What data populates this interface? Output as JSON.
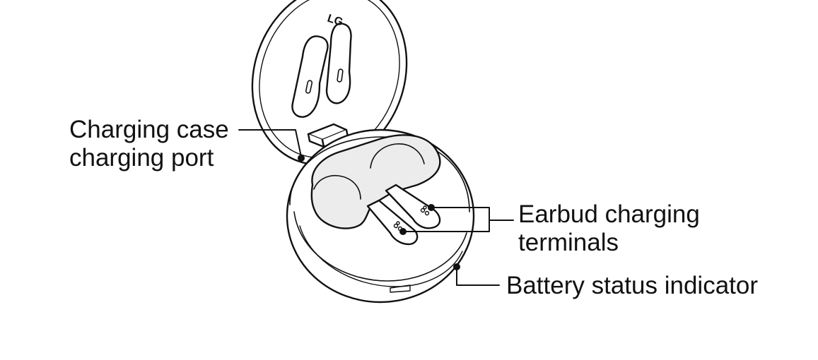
{
  "brand": {
    "logo_text": "LG"
  },
  "colors": {
    "line": "#111111",
    "fill": "#ececec",
    "background": "#ffffff"
  },
  "callouts": {
    "charging_port": {
      "line1": "Charging case",
      "line2": "charging port"
    },
    "earbud_terminals": {
      "line1": "Earbud charging",
      "line2": "terminals"
    },
    "battery_indicator": {
      "line1": "Battery status indicator"
    }
  }
}
